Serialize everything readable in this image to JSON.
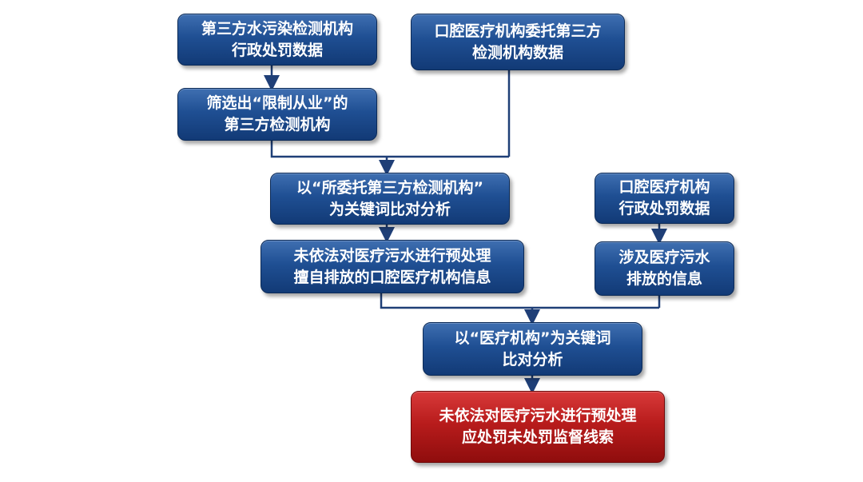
{
  "nodes": {
    "n1": {
      "line1": "第三方水污染检测机构",
      "line2": "行政处罚数据"
    },
    "n2": {
      "line1": "口腔医疗机构委托第三方",
      "line2": "检测机构数据"
    },
    "n3": {
      "line1": "筛选出“限制从业”的",
      "line2": "第三方检测机构"
    },
    "n4": {
      "line1": "以“所委托第三方检测机构”",
      "line2": "为关键词比对分析"
    },
    "n5": {
      "line1": "口腔医疗机构",
      "line2": "行政处罚数据"
    },
    "n6": {
      "line1": "未依法对医疗污水进行预处理",
      "line2": "擅自排放的口腔医疗机构信息"
    },
    "n7": {
      "line1": "涉及医疗污水",
      "line2": "排放的信息"
    },
    "n8": {
      "line1": "以“医疗机构”为关键词",
      "line2": "比对分析"
    },
    "n9": {
      "line1": "未依法对医疗污水进行预处理",
      "line2": "应处罚未处罚监督线索"
    }
  },
  "colors": {
    "box_blue": "#1f4f93",
    "box_red": "#b81c1c",
    "connector": "#1f3f77",
    "text": "#ffffff"
  }
}
